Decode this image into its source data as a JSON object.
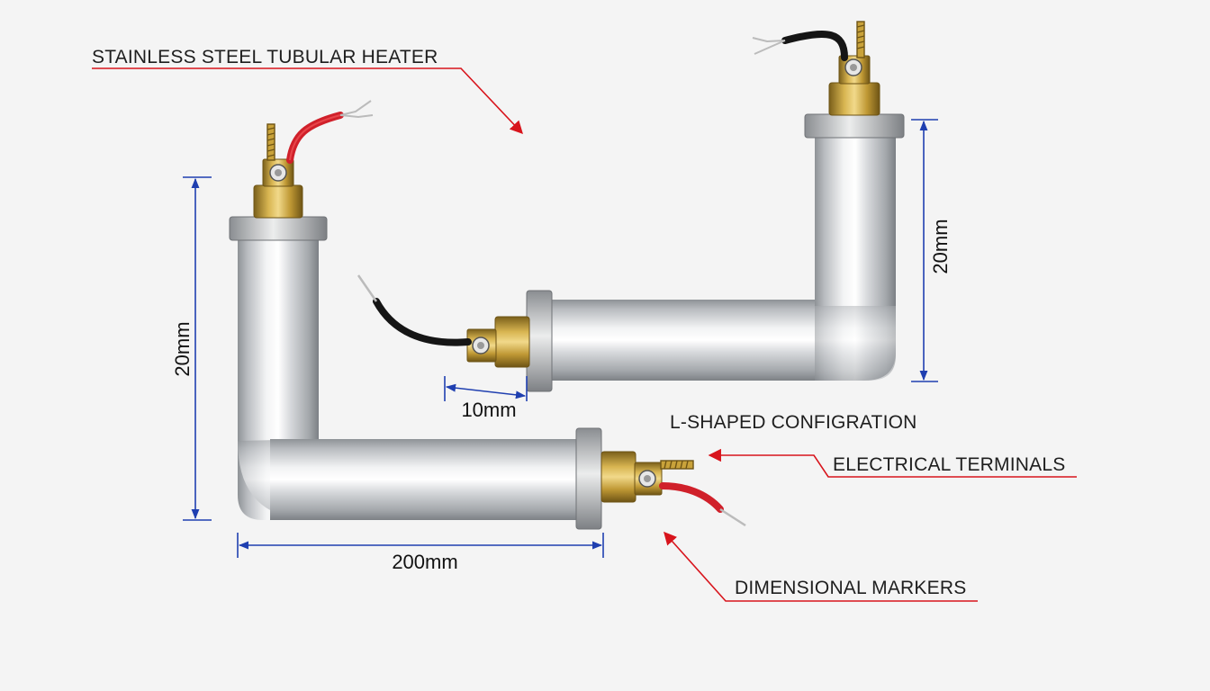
{
  "labels": {
    "title": "STAINLESS STEEL TUBULAR HEATER",
    "configuration": "L-SHAPED CONFIGRATION",
    "terminals": "ELECTRICAL TERMINALS",
    "markers": "DIMENSIONAL MARKERS"
  },
  "dimensions": {
    "left_height": "20mm",
    "left_length": "200mm",
    "right_height": "20mm",
    "terminal_gap": "10mm"
  },
  "colors": {
    "callout_line": "#d8141c",
    "dimension_line": "#1f3fb0",
    "tube_steel": "#c4c7cb",
    "brass": "#c9a23a",
    "wire_red": "#d0202a",
    "wire_black": "#151515"
  }
}
